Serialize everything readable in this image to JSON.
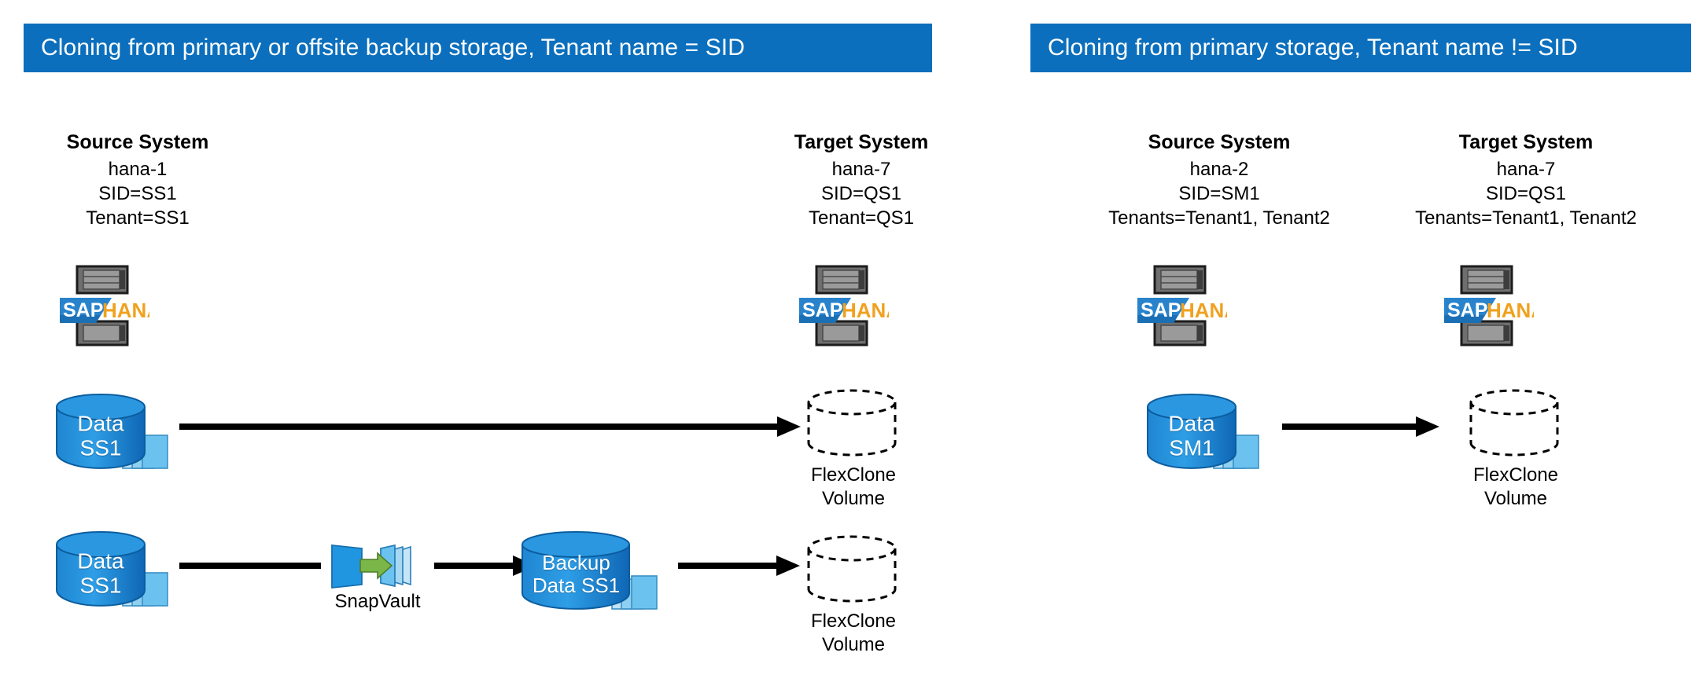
{
  "banners": {
    "left": "Cloning from primary or offsite backup storage, Tenant name = SID",
    "right": "Cloning from primary storage, Tenant name != SID"
  },
  "colors": {
    "banner_blue": "#0b6fbd",
    "cylinder_blue": "#1683d0",
    "cylinder_blue_dark": "#0c63ab",
    "snapshot_blue": "#6cc2ef",
    "sap_logo_blue": "#1a6fb5",
    "hana_orange": "#f0a11e",
    "arrow_black": "#000000",
    "server_grey": "#7a7a7a"
  },
  "left_panel": {
    "source_system": {
      "title": "Source System",
      "lines": [
        "hana-1",
        "SID=SS1",
        "Tenant=SS1"
      ]
    },
    "target_system": {
      "title": "Target System",
      "lines": [
        "hana-7",
        "SID=QS1",
        "Tenant=QS1"
      ]
    },
    "source_host_icon": "sap-hana-server-icon",
    "target_host_icon": "sap-hana-server-icon",
    "flows": [
      {
        "id": "primary-clone-flow",
        "source_volume": {
          "line1": "Data",
          "line2": "SS1"
        },
        "target_volume": {
          "line1": "FlexClone",
          "line2": "Volume"
        }
      },
      {
        "id": "backup-clone-flow",
        "source_volume": {
          "line1": "Data",
          "line2": "SS1"
        },
        "replication": {
          "label": "SnapVault",
          "icon": "snapvault-icon"
        },
        "backup_volume": {
          "line1": "Backup",
          "line2": "Data SS1"
        },
        "target_volume": {
          "line1": "FlexClone",
          "line2": "Volume"
        }
      }
    ]
  },
  "right_panel": {
    "source_system": {
      "title": "Source System",
      "lines": [
        "hana-2",
        "SID=SM1",
        "Tenants=Tenant1, Tenant2"
      ]
    },
    "target_system": {
      "title": "Target System",
      "lines": [
        "hana-7",
        "SID=QS1",
        "Tenants=Tenant1, Tenant2"
      ]
    },
    "source_host_icon": "sap-hana-server-icon",
    "target_host_icon": "sap-hana-server-icon",
    "flows": [
      {
        "id": "primary-clone-flow",
        "source_volume": {
          "line1": "Data",
          "line2": "SM1"
        },
        "target_volume": {
          "line1": "FlexClone",
          "line2": "Volume"
        }
      }
    ]
  },
  "logo": {
    "sap": "SAP",
    "hana": "HANA"
  }
}
